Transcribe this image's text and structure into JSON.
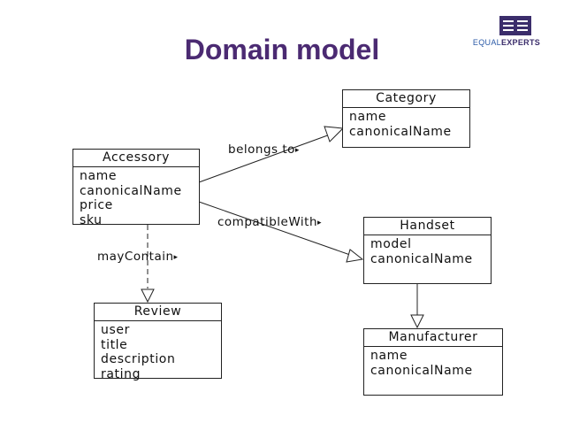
{
  "title": "Domain model",
  "logo": {
    "text_part1": "EQUAL",
    "text_part2": "EXPERTS",
    "color": "#3b2d6b"
  },
  "classes": [
    {
      "id": "category",
      "name": "Category",
      "attributes": [
        "name",
        "canonicalName"
      ]
    },
    {
      "id": "accessory",
      "name": "Accessory",
      "attributes": [
        "name",
        "canonicalName",
        "price",
        "sku"
      ]
    },
    {
      "id": "handset",
      "name": "Handset",
      "attributes": [
        "model",
        "canonicalName"
      ]
    },
    {
      "id": "review",
      "name": "Review",
      "attributes": [
        "user",
        "title",
        "description",
        "rating"
      ]
    },
    {
      "id": "manufacturer",
      "name": "Manufacturer",
      "attributes": [
        "name",
        "canonicalName"
      ]
    }
  ],
  "relations": [
    {
      "from": "accessory",
      "to": "category",
      "label": "belongs to",
      "arrow": "▸"
    },
    {
      "from": "accessory",
      "to": "handset",
      "label": "compatibleWith",
      "arrow": "▸"
    },
    {
      "from": "accessory",
      "to": "review",
      "label": "mayContain",
      "arrow": "▸"
    },
    {
      "from": "handset",
      "to": "manufacturer",
      "label": "",
      "arrow": ""
    }
  ],
  "colors": {
    "title": "#4b2a72",
    "lines": "#222222"
  }
}
